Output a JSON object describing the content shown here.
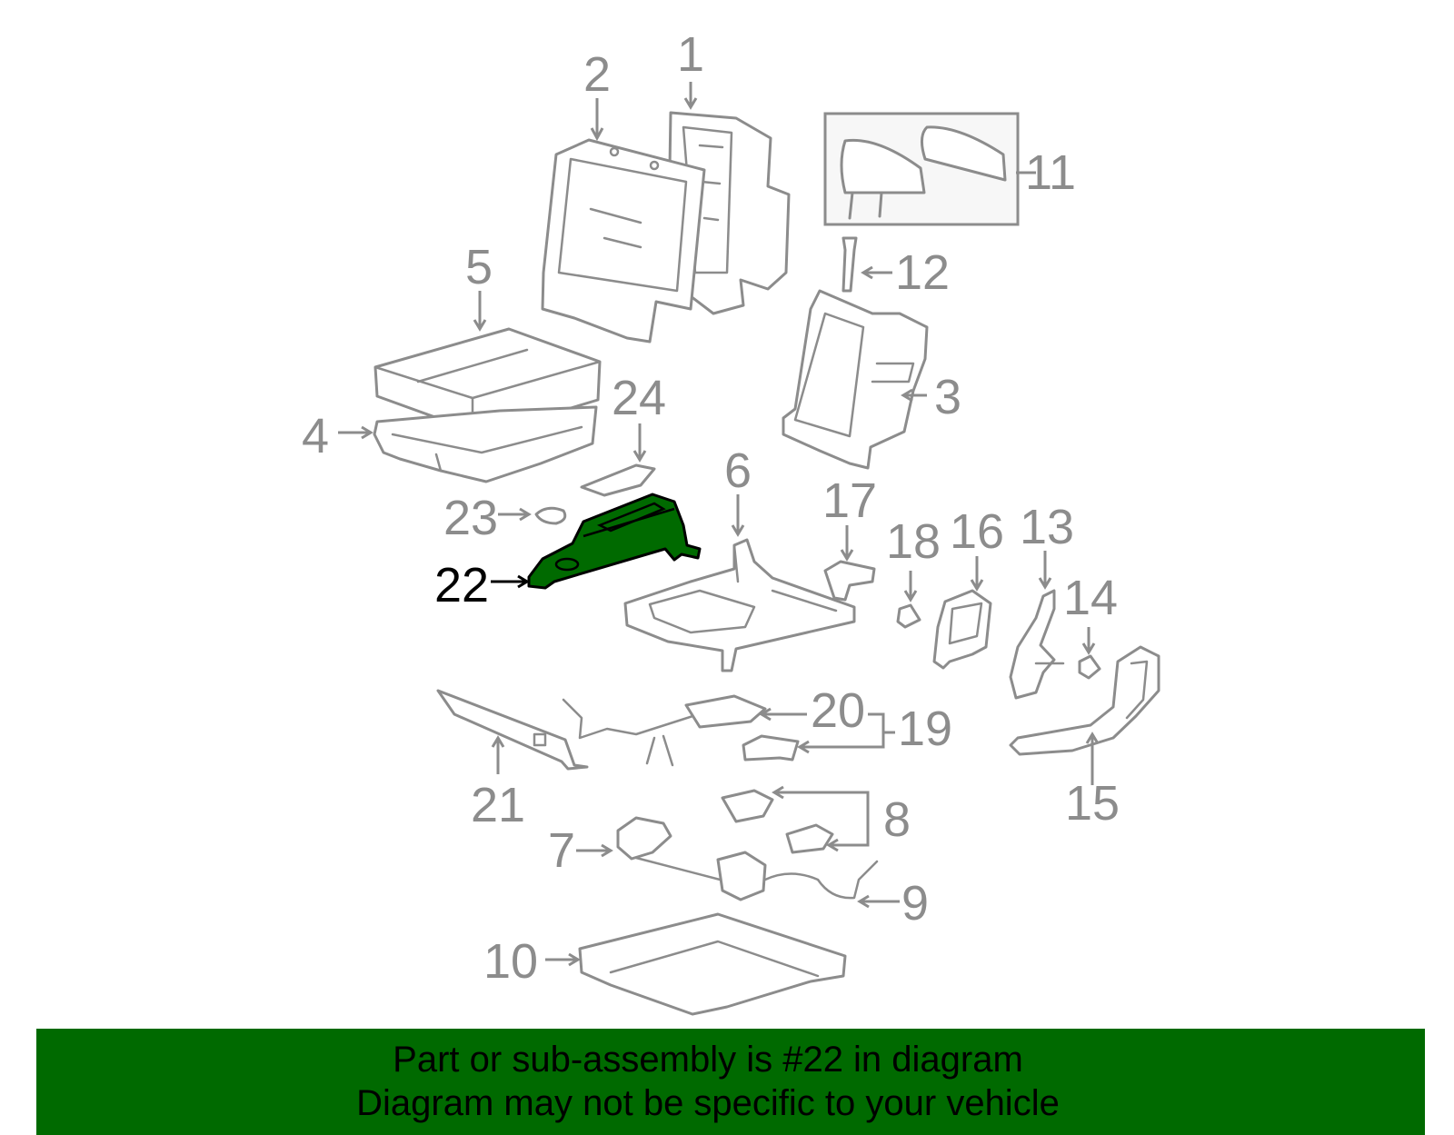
{
  "highlighted_part": "22",
  "callouts": {
    "c1": "1",
    "c2": "2",
    "c3": "3",
    "c4": "4",
    "c5": "5",
    "c6": "6",
    "c7": "7",
    "c8": "8",
    "c9": "9",
    "c10": "10",
    "c11": "11",
    "c12": "12",
    "c13": "13",
    "c14": "14",
    "c15": "15",
    "c16": "16",
    "c17": "17",
    "c18": "18",
    "c19": "19",
    "c20": "20",
    "c21": "21",
    "c22": "22",
    "c23": "23",
    "c24": "24"
  },
  "banner": {
    "line1": "Part or sub-assembly is #22 in diagram",
    "line2": "Diagram may not be specific to your vehicle"
  },
  "colors": {
    "highlight": "#006a00",
    "parts_line": "#8c8c8c",
    "highlight_outline": "#000000"
  }
}
